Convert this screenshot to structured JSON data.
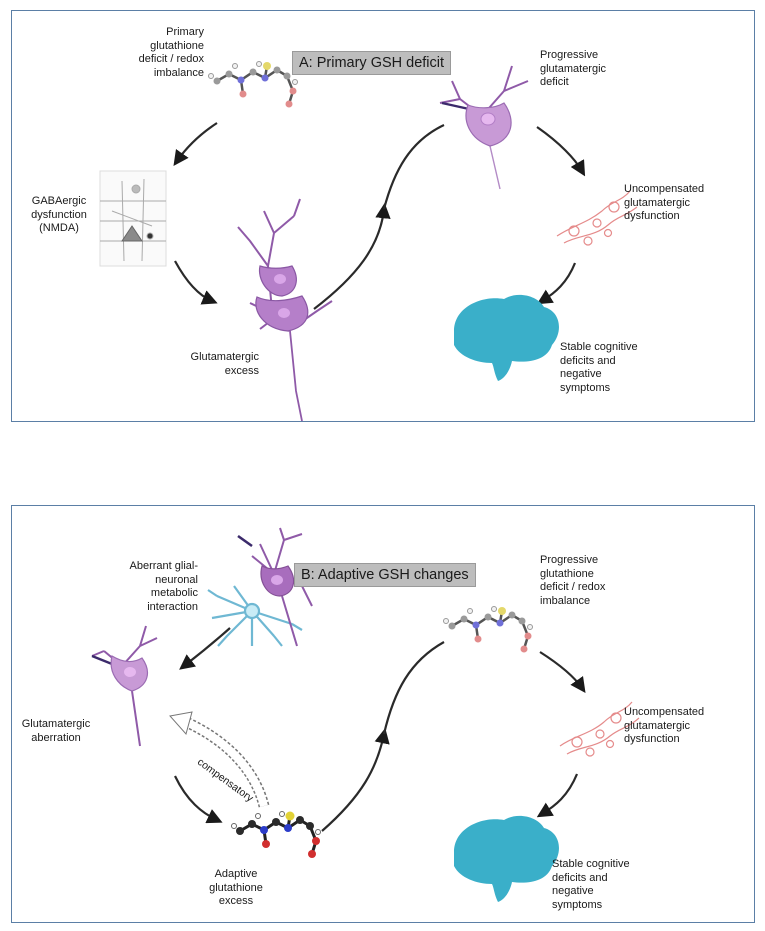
{
  "panel_a": {
    "title": "A: Primary GSH deficit",
    "labels": {
      "primary_deficit": "Primary\nglutathione\ndeficit / redox\nimbalance",
      "progressive_deficit": "Progressive\nglutamatergic\ndeficit",
      "gabaergic": "GABAergic\ndysfunction\n(NMDA)",
      "uncompensated": "Uncompensated\nglutamatergic\ndysfunction",
      "glutamatergic_excess": "Glutamatergic\nexcess",
      "stable_deficits": "Stable cognitive\ndeficits and\nnegative\nsymptoms"
    }
  },
  "panel_b": {
    "title": "B: Adaptive GSH changes",
    "labels": {
      "aberrant_interaction": "Aberrant glial-\nneuronal\nmetabolic\ninteraction",
      "progressive_deficit": "Progressive\nglutathione\ndeficit / redox\nimbalance",
      "glutamatergic_aberration": "Glutamatergic\naberration",
      "uncompensated": "Uncompensated\nglutamatergic\ndysfunction",
      "compensatory": "compensatory",
      "adaptive_excess": "Adaptive\nglutathione\nexcess",
      "stable_deficits": "Stable cognitive\ndeficits and\nnegative\nsymptoms"
    }
  },
  "colors": {
    "border": "#5b7fa6",
    "title_bg": "#bdbdbd",
    "neuron": "#a06ab4",
    "neuron_body": "#c89ad6",
    "nucleus": "#e6b8ef",
    "astrocyte": "#7cc4dd",
    "fiber": "#e58b8b",
    "brain": "#3aafc9",
    "arrow": "#2a2a2a"
  },
  "icons": [
    "glutathione-molecule-icon",
    "neuron-icon",
    "gabaergic-circuit-icon",
    "axon-fiber-icon",
    "brain-icon",
    "astrocyte-icon"
  ]
}
